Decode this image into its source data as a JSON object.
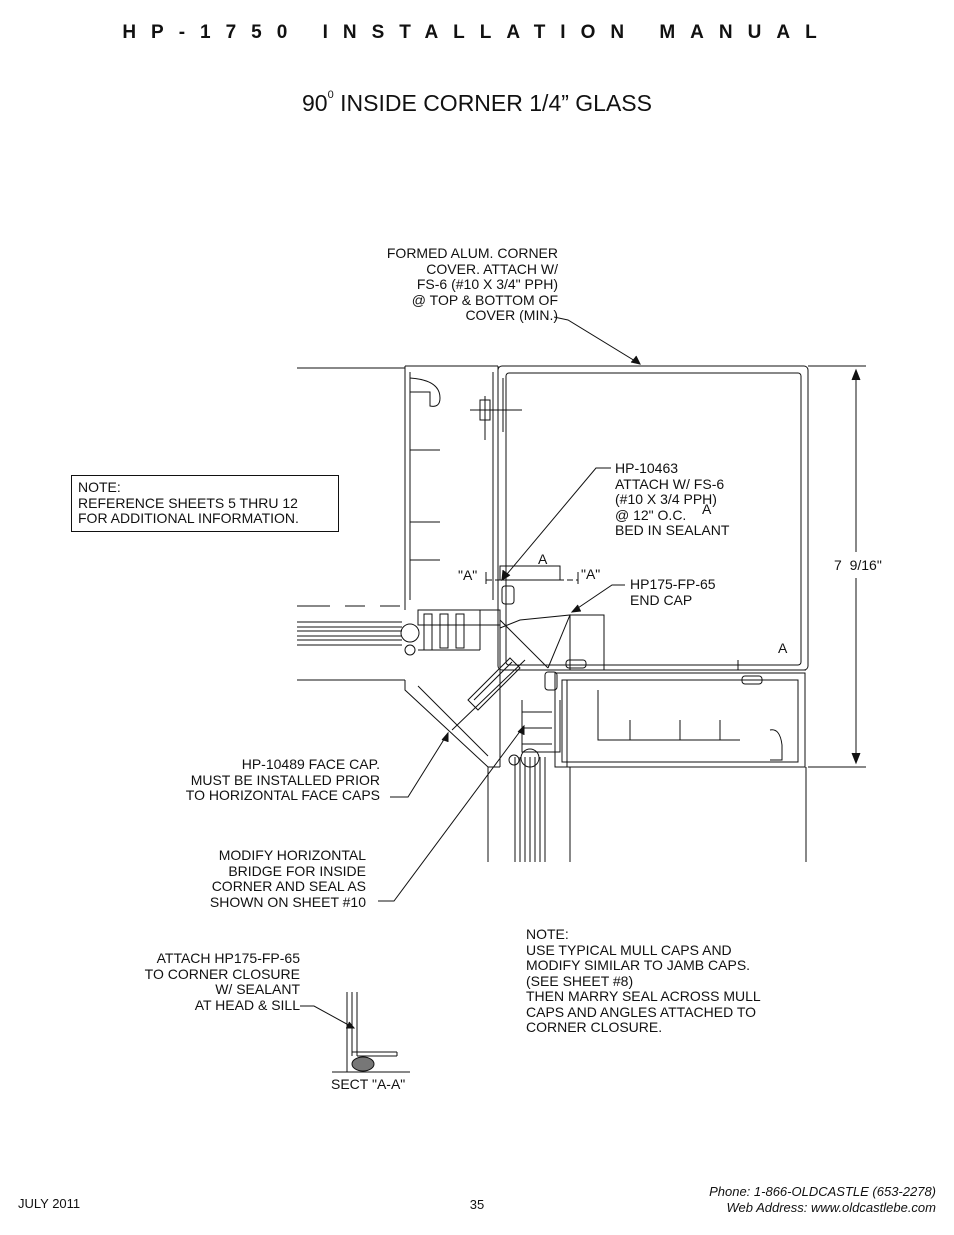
{
  "header": {
    "title": "HP-1750 INSTALLATION MANUAL"
  },
  "drawing": {
    "title_main": "90",
    "title_sup": "0",
    "title_rest": " INSIDE CORNER 1/4” GLASS"
  },
  "callouts": {
    "corner_cover": "FORMED ALUM. CORNER\nCOVER. ATTACH W/\nFS-6 (#10 X 3/4\" PPH)\n@ TOP & BOTTOM OF\nCOVER (MIN.)",
    "hp10463": "HP-10463\nATTACH W/ FS-6\n(#10 X 3/4 PPH)\n@ 12\" O.C.\nBED IN SEALANT",
    "end_cap": "HP175-FP-65\nEND CAP",
    "face_cap": "HP-10489 FACE CAP.\nMUST BE INSTALLED PRIOR\nTO HORIZONTAL FACE CAPS",
    "modify_bridge": "MODIFY HORIZONTAL\nBRIDGE FOR INSIDE\nCORNER AND SEAL AS\nSHOWN ON SHEET #10",
    "attach_closure": "ATTACH HP175-FP-65\nTO CORNER CLOSURE\nW/ SEALANT\nAT HEAD & SILL",
    "section_label": "SECT \"A-A\"",
    "dimension": "7  9/16\"",
    "section_a": "A",
    "section_a_quoted": "\"A\""
  },
  "notes": {
    "reference": "NOTE:\nREFERENCE SHEETS 5 THRU 12\nFOR ADDITIONAL INFORMATION.",
    "mull": "NOTE:\nUSE TYPICAL MULL CAPS AND\nMODIFY SIMILAR TO JAMB CAPS.\n(SEE SHEET #8)\nTHEN MARRY SEAL ACROSS MULL\nCAPS AND ANGLES ATTACHED TO\nCORNER CLOSURE."
  },
  "footer": {
    "date": "JULY 2011",
    "page": "35",
    "phone": "Phone: 1-866-OLDCASTLE (653-2278)",
    "web": "Web Address: www.oldcastlebe.com"
  }
}
